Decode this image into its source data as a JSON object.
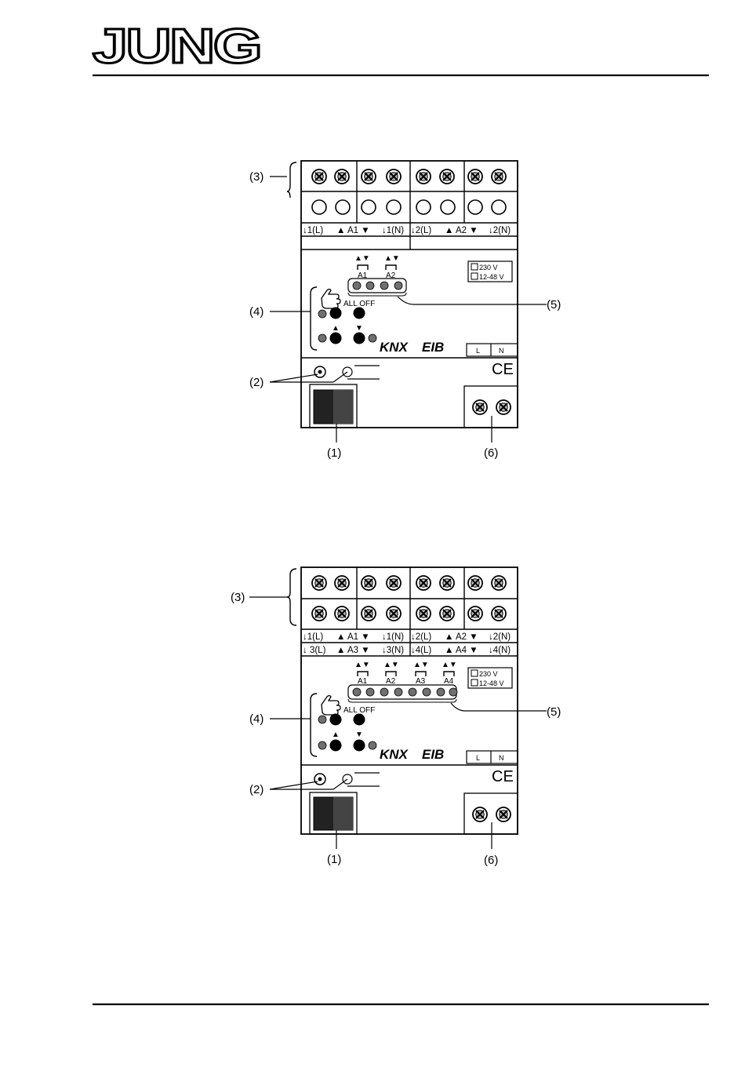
{
  "header": {
    "logo_text": "JUNG"
  },
  "diagram_top": {
    "callouts": {
      "terminals": "(3)",
      "operation": "(4)",
      "leds": "(5)",
      "prog": "(2)",
      "bus": "(1)",
      "supply": "(6)"
    },
    "terminal_labels": [
      "↓1(L)",
      "▲ A1 ▼",
      "↓1(N)",
      "↓2(L)",
      "▲ A2 ▼",
      "↓2(N)"
    ],
    "channels": [
      "A1",
      "A2"
    ],
    "arrows": "▲▼",
    "all_off": "ALL OFF",
    "up_arrow": "▲",
    "down_arrow": "▼",
    "voltage_options": [
      "230 V",
      "12-48 V"
    ],
    "knx": "KNX",
    "eib": "EIB",
    "supply_terminals": [
      "L",
      "N"
    ],
    "ce": "CE"
  },
  "diagram_bottom": {
    "callouts": {
      "terminals": "(3)",
      "operation": "(4)",
      "leds": "(5)",
      "prog": "(2)",
      "bus": "(1)",
      "supply": "(6)"
    },
    "terminal_labels_row1": [
      "↓1(L)",
      "▲ A1 ▼",
      "↓1(N)",
      "↓2(L)",
      "▲ A2 ▼",
      "↓2(N)"
    ],
    "terminal_labels_row2": [
      "↓ 3(L)",
      "▲ A3 ▼",
      "↓3(N)",
      "↓4(L)",
      "▲ A4 ▼",
      "↓4(N)"
    ],
    "channels": [
      "A1",
      "A2",
      "A3",
      "A4"
    ],
    "arrows": "▲▼",
    "all_off": "ALL OFF",
    "up_arrow": "▲",
    "down_arrow": "▼",
    "voltage_options": [
      "230 V",
      "12-48 V"
    ],
    "knx": "KNX",
    "eib": "EIB",
    "supply_terminals": [
      "L",
      "N"
    ],
    "ce": "CE"
  }
}
